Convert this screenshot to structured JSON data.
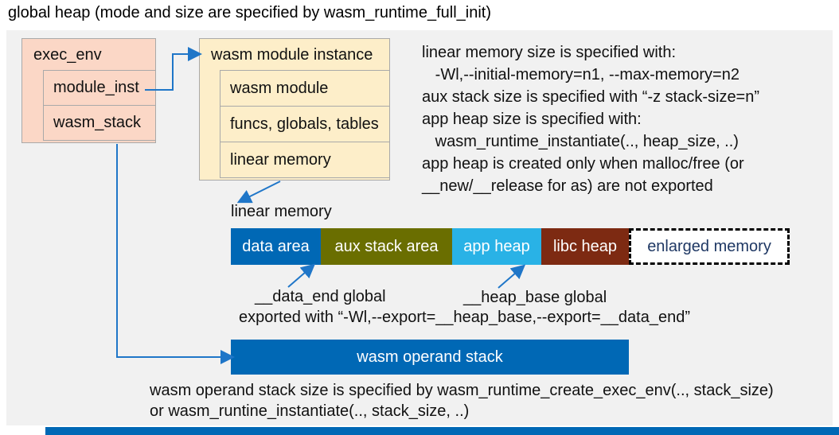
{
  "title": "global heap (mode and size are specified by wasm_runtime_full_init)",
  "exec_env": {
    "title": "exec_env",
    "rows": [
      "module_inst",
      "wasm_stack"
    ]
  },
  "module_instance": {
    "title": "wasm module instance",
    "rows": [
      "wasm module",
      "funcs, globals, tables",
      "linear memory"
    ]
  },
  "notes": {
    "lines": [
      "linear memory size is specified with:",
      "   -Wl,--initial-memory=n1, --max-memory=n2",
      "aux stack size is specified with “-z stack-size=n”",
      "app heap size is specified with:",
      "   wasm_runtime_instantiate(.., heap_size, ..)",
      "app heap is created only when malloc/free (or",
      "__new/__release for as) are not exported"
    ]
  },
  "linear_memory": {
    "label": "linear memory",
    "segments": [
      {
        "label": "data area",
        "color": "#0068B5",
        "text_color": "#FFFFFF"
      },
      {
        "label": "aux stack area",
        "color": "#6A6E00",
        "text_color": "#FFFFFF"
      },
      {
        "label": "app heap",
        "color": "#29B2E6",
        "text_color": "#FFFFFF"
      },
      {
        "label": "libc heap",
        "color": "#7D2A12",
        "text_color": "#FFFFFF"
      },
      {
        "label": "enlarged memory",
        "color": "#FFFFFF",
        "text_color": "#1F3864"
      }
    ]
  },
  "annotations": {
    "data_end": "__data_end global",
    "heap_base": "__heap_base global",
    "exported": "exported with “-Wl,--export=__heap_base,--export=__data_end”"
  },
  "operand_stack": {
    "label": "wasm operand stack",
    "color": "#0068B5",
    "note_line1": "wasm operand stack size is specified by wasm_runtime_create_exec_env(.., stack_size)",
    "note_line2": "or wasm_runtine_instantiate(.., stack_size, ..)"
  },
  "colors": {
    "panel_bg": "#F1F1F1",
    "exec_env_bg": "#FBD7C6",
    "module_instance_bg": "#FDEEC9",
    "box_border": "#A9A9A9",
    "arrow": "#1F76C8",
    "footer_bar": "#0068B5",
    "text": "#111111"
  }
}
